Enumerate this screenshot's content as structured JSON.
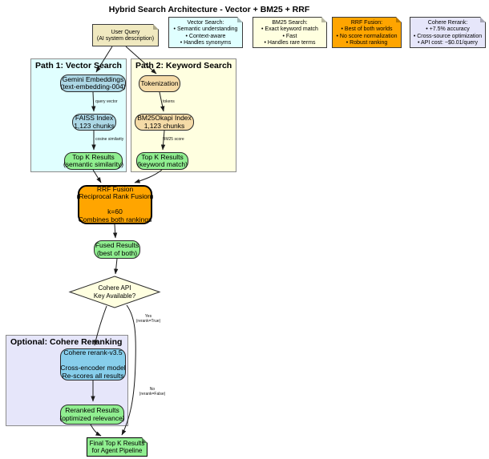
{
  "title": "Hybrid Search Architecture - Vector + BM25 + RRF",
  "legend_notes": {
    "user_query": {
      "line1": "User Query",
      "line2": "(AI system description)"
    },
    "vector": {
      "heading": "Vector Search:",
      "items": [
        "• Semantic understanding",
        "• Context-aware",
        "• Handles synonyms"
      ]
    },
    "bm25": {
      "heading": "BM25 Search:",
      "items": [
        "• Exact keyword match",
        "• Fast",
        "• Handles rare terms"
      ]
    },
    "rrf": {
      "heading": "RRF Fusion:",
      "items": [
        "• Best of both worlds",
        "• No score normalization",
        "• Robust ranking"
      ]
    },
    "cohere": {
      "heading": "Cohere Rerank:",
      "items": [
        "• +7.5% accuracy",
        "• Cross-source optimization",
        "• API cost: ~$0.01/query"
      ]
    }
  },
  "containers": {
    "path1": {
      "label": "Path 1: Vector Search"
    },
    "path2": {
      "label": "Path 2: Keyword Search"
    },
    "optional": {
      "label": "Optional: Cohere Reranking"
    }
  },
  "nodes": {
    "gemini": {
      "line1": "Gemini Embeddings",
      "line2": "(text-embedding-004)"
    },
    "faiss": {
      "line1": "FAISS Index",
      "line2": "1,123 chunks"
    },
    "topk_semantic": {
      "line1": "Top K Results",
      "line2": "(semantic similarity)"
    },
    "tokenization": {
      "line1": "Tokenization"
    },
    "bm25okapi": {
      "line1": "BM25Okapi Index",
      "line2": "1,123 chunks"
    },
    "topk_keyword": {
      "line1": "Top K Results",
      "line2": "(keyword match)"
    },
    "rrf_fusion": {
      "line1": "RRF Fusion",
      "line2": "(Reciprocal Rank Fusion)",
      "line3": "",
      "line4": "k=60",
      "line5": "Combines both rankings"
    },
    "fused": {
      "line1": "Fused Results",
      "line2": "(best of both)"
    },
    "decision": {
      "line1": "Cohere API",
      "line2": "Key Available?"
    },
    "cohere_rerank": {
      "line1": "Cohere rerank-v3.5",
      "line2": "",
      "line3": "Cross-encoder model",
      "line4": "Re-scores all results"
    },
    "reranked": {
      "line1": "Reranked Results",
      "line2": "(optimized relevance)"
    },
    "final": {
      "line1": "Final Top K Results",
      "line2": "for Agent Pipeline"
    }
  },
  "edge_labels": {
    "query_vector": "query vector",
    "cosine_similarity": "cosine similarity",
    "tokens": "tokens",
    "bm25_score": "BM25 score",
    "yes": {
      "line1": "Yes",
      "line2": "(rerank=True)"
    },
    "no": {
      "line1": "No",
      "line2": "(rerank=False)"
    }
  },
  "colors": {
    "light_cyan": "#E0FFFF",
    "light_yellow": "#FFFFE0",
    "user_query_yellow": "#F0E9C0",
    "orange": "#FFA500",
    "lavender": "#E6E6FA",
    "light_blue": "#ADD8E6",
    "wheat": "#F5DBA7",
    "light_green": "#90EE90",
    "sky_blue": "#87CEEB",
    "edge_black": "#1a1a1a"
  }
}
